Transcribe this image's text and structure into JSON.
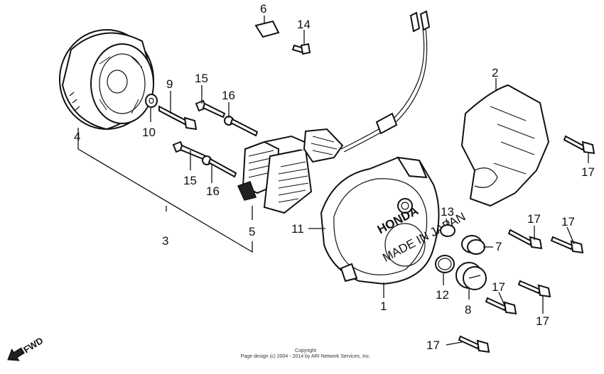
{
  "diagram": {
    "callouts": {
      "p1": "1",
      "p2": "2",
      "p3": "3",
      "p4": "4",
      "p5": "5",
      "p6": "6",
      "p7": "7",
      "p8": "8",
      "p9": "9",
      "p10": "10",
      "p11": "11",
      "p12": "12",
      "p13": "13",
      "p14": "14",
      "p15a": "15",
      "p15b": "15",
      "p16a": "16",
      "p16b": "16",
      "p17a": "17",
      "p17b": "17",
      "p17c": "17",
      "p17d": "17",
      "p17e": "17"
    },
    "fwd_label": "FWD",
    "cover_text": "HONDA",
    "cover_subtext": "MADE IN JAPAN"
  },
  "copyright": {
    "line1": "Copyright",
    "line2": "Page design (c) 2004 - 2014 by ARI Network Services, Inc."
  }
}
